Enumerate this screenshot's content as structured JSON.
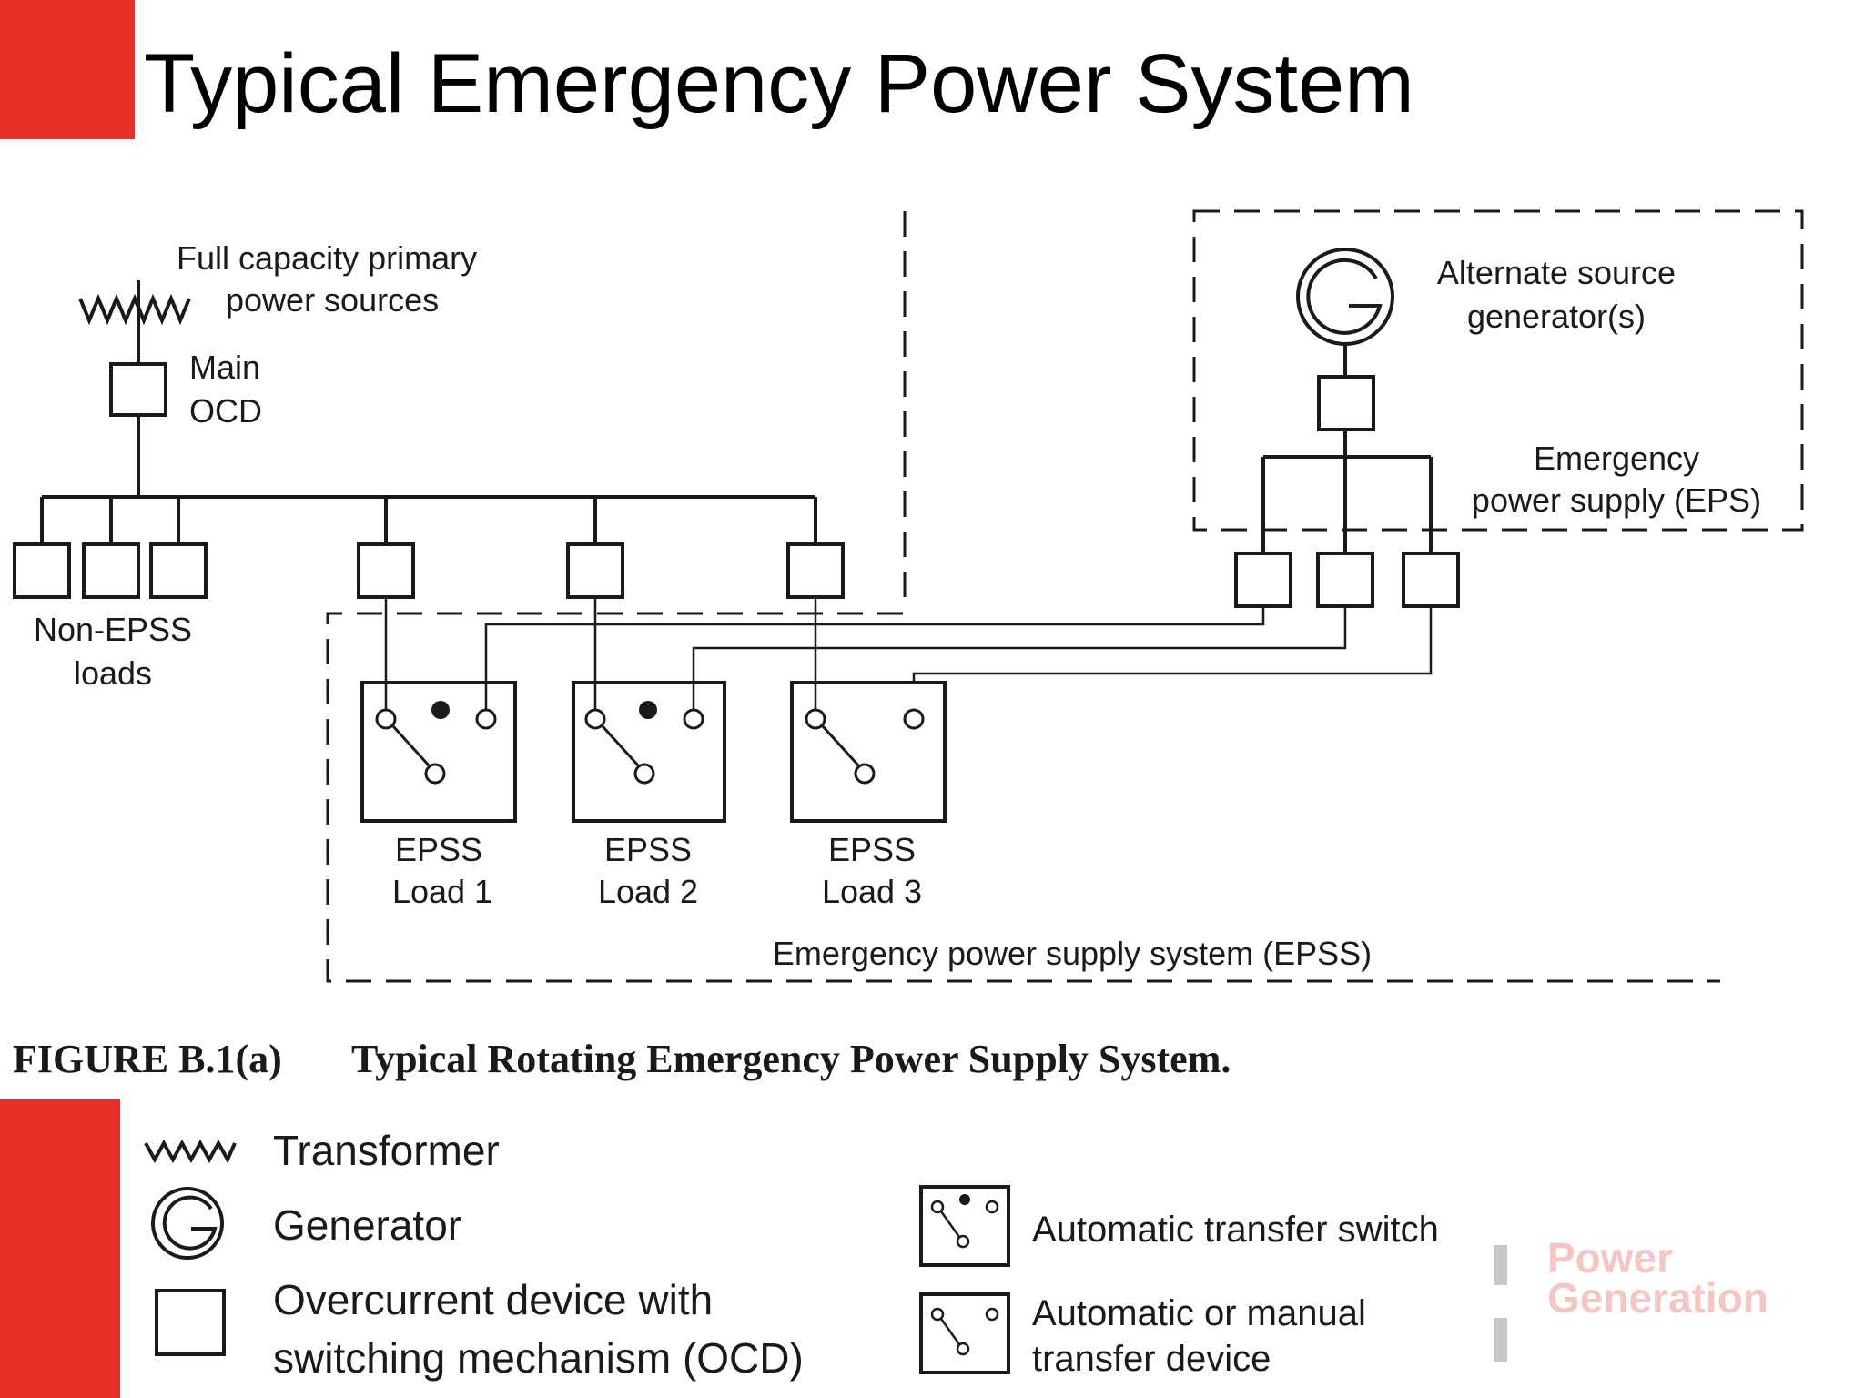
{
  "slide": {
    "title": "Typical Emergency Power System",
    "accent_color": "#e8302a"
  },
  "diagram": {
    "primary_source_label_1": "Full capacity primary",
    "primary_source_label_2": "power sources",
    "main_ocd_label_1": "Main",
    "main_ocd_label_2": "OCD",
    "non_epss_label_1": "Non-EPSS",
    "non_epss_label_2": "loads",
    "generator_label_1": "Alternate source",
    "generator_label_2": "generator(s)",
    "eps_label_1": "Emergency",
    "eps_label_2": "power supply (EPS)",
    "loads": [
      {
        "line1": "EPSS",
        "line2": "Load 1"
      },
      {
        "line1": "EPSS",
        "line2": "Load 2"
      },
      {
        "line1": "EPSS",
        "line2": "Load 3"
      }
    ],
    "epss_label": "Emergency power supply system (EPSS)",
    "caption_number": "FIGURE B.1(a)",
    "caption_text": "Typical Rotating Emergency Power Supply System."
  },
  "legend": {
    "transformer": "Transformer",
    "generator": "Generator",
    "ocd_1": "Overcurrent device with",
    "ocd_2": "switching mechanism (OCD)",
    "ats": "Automatic transfer switch",
    "manual_1": "Automatic or manual",
    "manual_2": "transfer device"
  },
  "watermark": {
    "line1": "Power",
    "line2": "Generation"
  }
}
